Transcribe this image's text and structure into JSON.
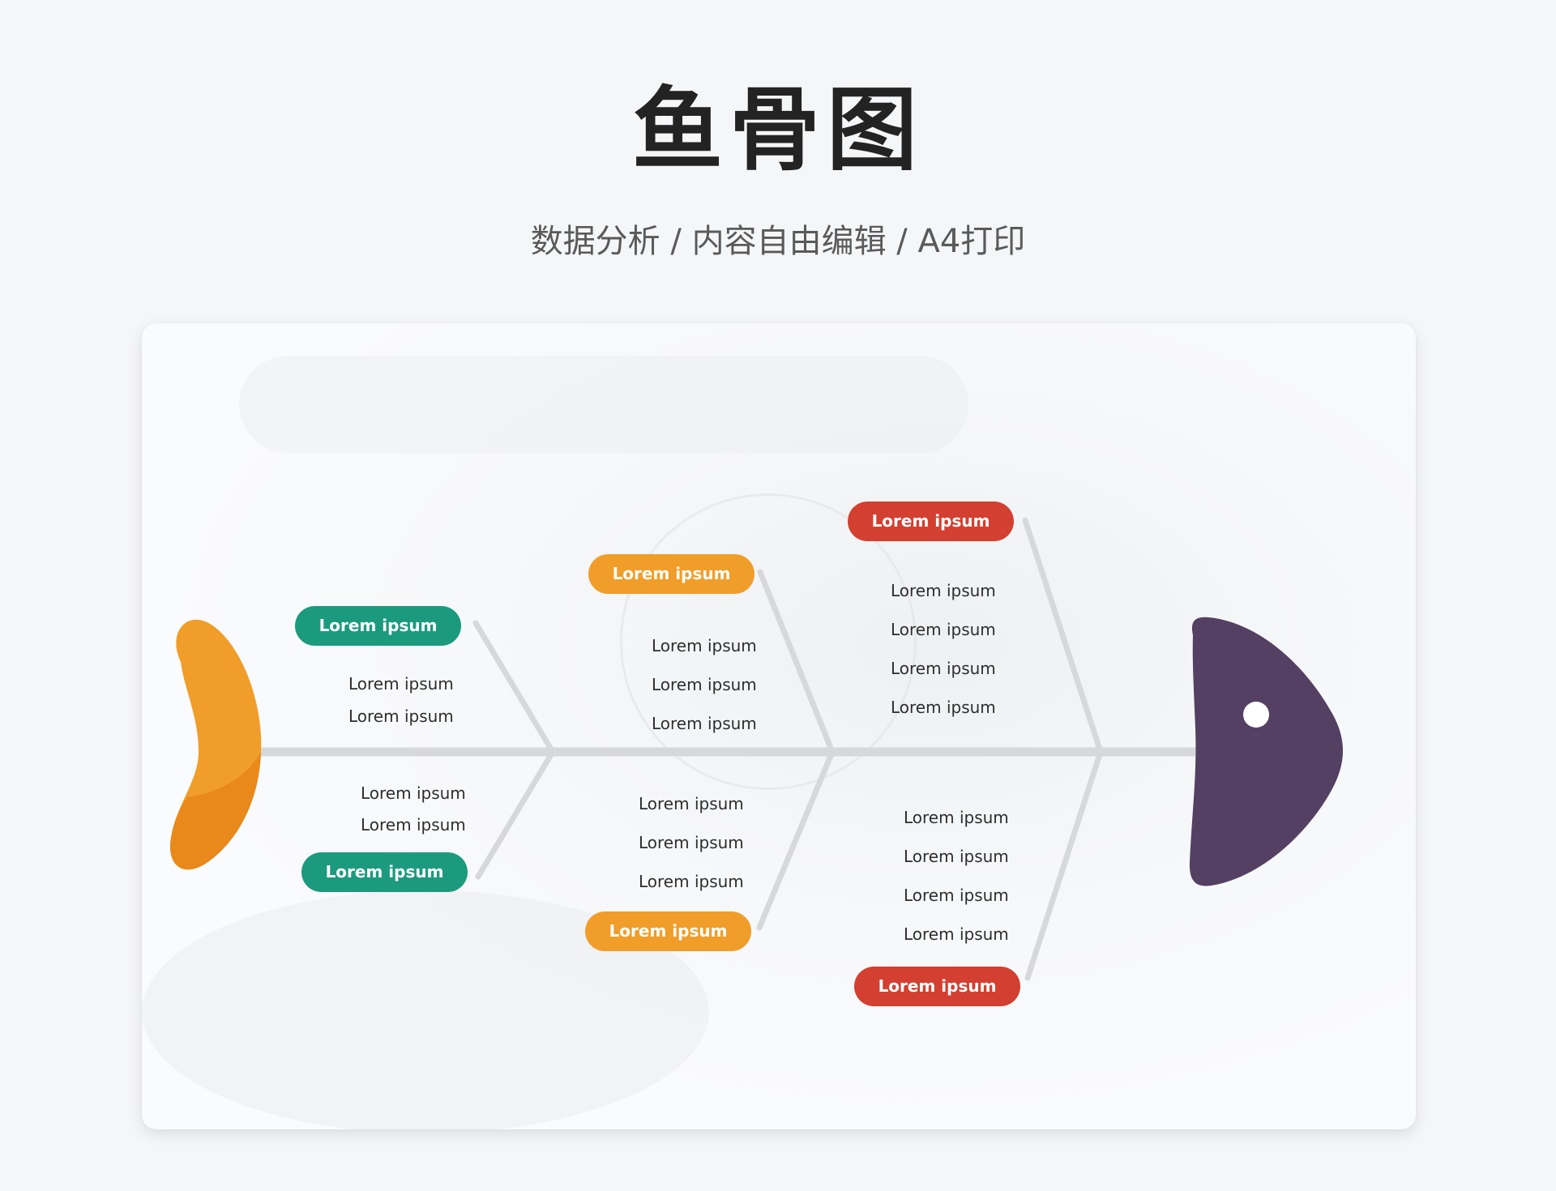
{
  "header": {
    "title": "鱼骨图",
    "subtitle": "数据分析 / 内容自由编辑 / A4打印"
  },
  "colors": {
    "background": "#f5f6f8",
    "tail": "#f09d2a",
    "tail_shade": "#e8891a",
    "head": "#544063",
    "bone": "#d7d8d9",
    "green": "#1c9a7e",
    "orange": "#f09d2a",
    "red": "#d33f30"
  },
  "diagram": {
    "head_icon": "fish-head",
    "tail_icon": "fish-tail",
    "categories": [
      {
        "position": "top-1",
        "color": "green",
        "label": "Lorem ipsum",
        "items": [
          "Lorem ipsum",
          "Lorem ipsum"
        ]
      },
      {
        "position": "bottom-1",
        "color": "green",
        "label": "Lorem ipsum",
        "items": [
          "Lorem ipsum",
          "Lorem ipsum"
        ]
      },
      {
        "position": "top-2",
        "color": "orange",
        "label": "Lorem ipsum",
        "items": [
          "Lorem ipsum",
          "Lorem ipsum",
          "Lorem ipsum"
        ]
      },
      {
        "position": "bottom-2",
        "color": "orange",
        "label": "Lorem ipsum",
        "items": [
          "Lorem ipsum",
          "Lorem ipsum",
          "Lorem ipsum"
        ]
      },
      {
        "position": "top-3",
        "color": "red",
        "label": "Lorem ipsum",
        "items": [
          "Lorem ipsum",
          "Lorem ipsum",
          "Lorem ipsum",
          "Lorem ipsum"
        ]
      },
      {
        "position": "bottom-3",
        "color": "red",
        "label": "Lorem ipsum",
        "items": [
          "Lorem ipsum",
          "Lorem ipsum",
          "Lorem ipsum",
          "Lorem ipsum"
        ]
      }
    ]
  }
}
